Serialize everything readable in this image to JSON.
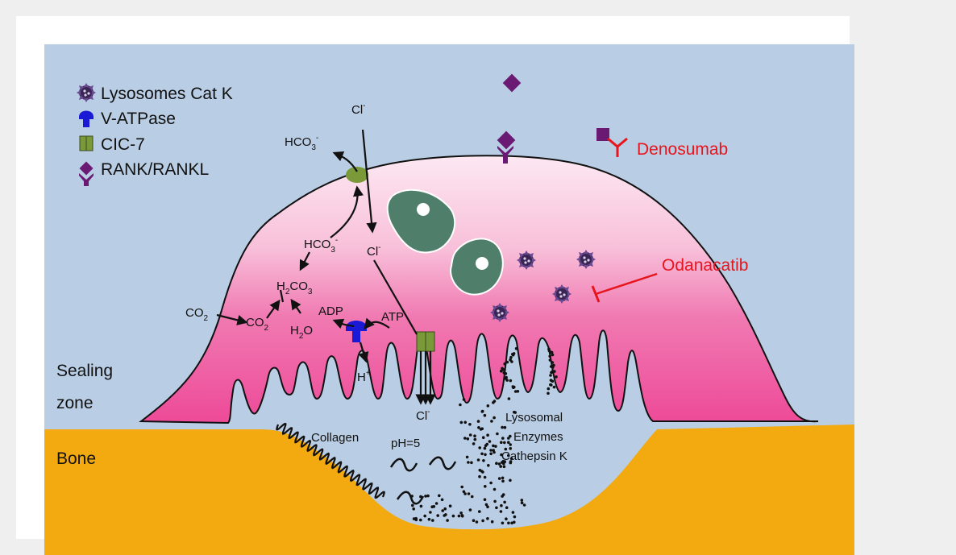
{
  "legend": {
    "items": [
      {
        "label": "Lysosomes Cat K",
        "icon": "lysosome-icon"
      },
      {
        "label": "V-ATPase",
        "icon": "v-atpase-icon"
      },
      {
        "label": "CIC-7",
        "icon": "clc7-channel-icon"
      },
      {
        "label": "RANK/RANKL",
        "icon": "rank-rankl-icon"
      }
    ]
  },
  "labels": {
    "sealing_zone_line1": "Sealing",
    "sealing_zone_line2": "zone",
    "bone": "Bone",
    "collagen": "Collagen",
    "ph": "pH=5",
    "lysosomal_line1": "Lysosomal",
    "lysosomal_line2": "Enzymes",
    "lysosomal_line3": "Cathepsin K",
    "denosumab": "Denosumab",
    "odanacatib": "Odanacatib"
  },
  "chem": {
    "cl": "Cl",
    "minus": "-",
    "hco3": "HCO",
    "three": "3",
    "two": "2",
    "h2co3_h": "H",
    "h2co3_co": "CO",
    "co2_co": "CO",
    "h2o_h": "H",
    "h2o_o": "O",
    "adp": "ADP",
    "atp": "ATP",
    "h": "H",
    "plus": "+"
  },
  "colors": {
    "background_blue": "#b9cde4",
    "bone_orange": "#f2aa10",
    "cell_pink_top": "#fde6f1",
    "cell_pink_bottom": "#ee4d9a",
    "nucleus_green": "#4f7f6a",
    "rank_purple": "#6a1a72",
    "v_atpase_blue": "#1a1ad6",
    "clc7_green": "#7a9a3a",
    "drug_red": "#e8141c"
  }
}
